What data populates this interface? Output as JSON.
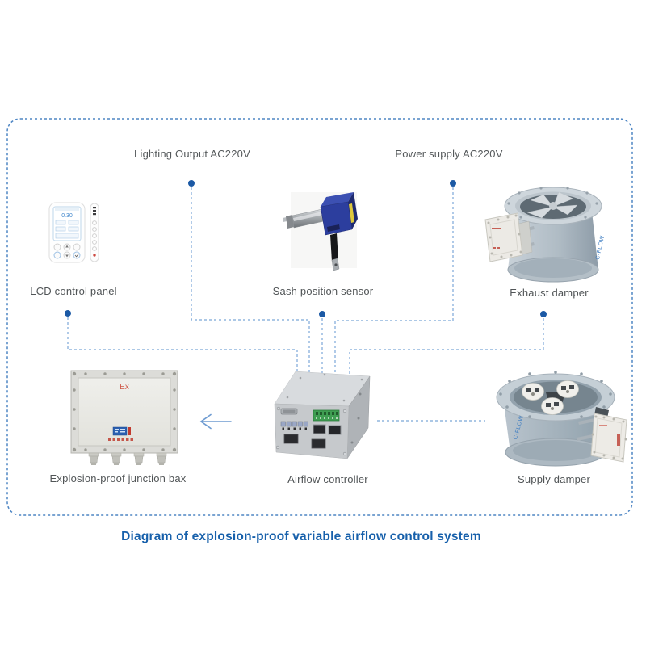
{
  "caption": "Diagram of explosion-proof variable airflow control system",
  "top_labels": {
    "lighting_output": "Lighting Output AC220V",
    "power_supply": "Power supply AC220V"
  },
  "devices": {
    "lcd": {
      "label": "LCD control panel",
      "screen_value": "0.30"
    },
    "sash": {
      "label": "Sash position sensor"
    },
    "exhaust": {
      "label": "Exhaust damper",
      "brand": "C-FLOW"
    },
    "junction": {
      "label": "Explosion-proof junction bax",
      "marking": "Ex"
    },
    "controller": {
      "label": "Airflow controller"
    },
    "supply": {
      "label": "Supply damper",
      "brand": "C-FLOW"
    }
  },
  "colors": {
    "frame_border": "#4e86c4",
    "connector_line": "#7ba6d8",
    "node_dot": "#1b59a5",
    "arrow": "#6e9bd1",
    "label_text": "#515557",
    "caption_text": "#1760ab"
  }
}
